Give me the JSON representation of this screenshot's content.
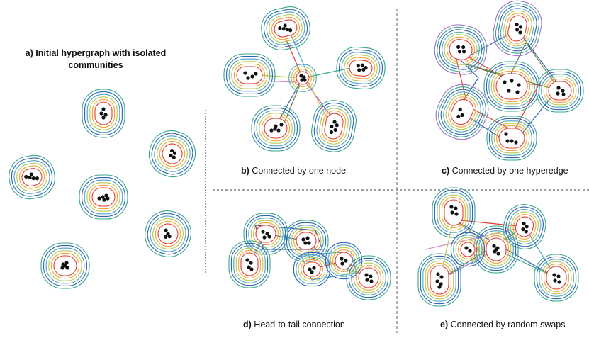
{
  "panels": {
    "a": {
      "title": "a) Initial hypergraph with isolated communities"
    },
    "b": {
      "letter": "b)",
      "caption": " Connected by one node"
    },
    "c": {
      "letter": "c)",
      "caption": " Connected by one hyperedge"
    },
    "d": {
      "letter": "d)",
      "caption": " Head-to-tail connection"
    },
    "e": {
      "letter": "e)",
      "caption": " Connected by random swaps"
    }
  },
  "colors": {
    "rings": [
      "#e63b2e",
      "#f2a33a",
      "#b7c84a",
      "#4aa3c9",
      "#2f62b0",
      "#35a78f",
      "#9a6fcf",
      "#d98ad0",
      "#6f7c3a"
    ],
    "divider": "#666666",
    "node": "#111111"
  }
}
